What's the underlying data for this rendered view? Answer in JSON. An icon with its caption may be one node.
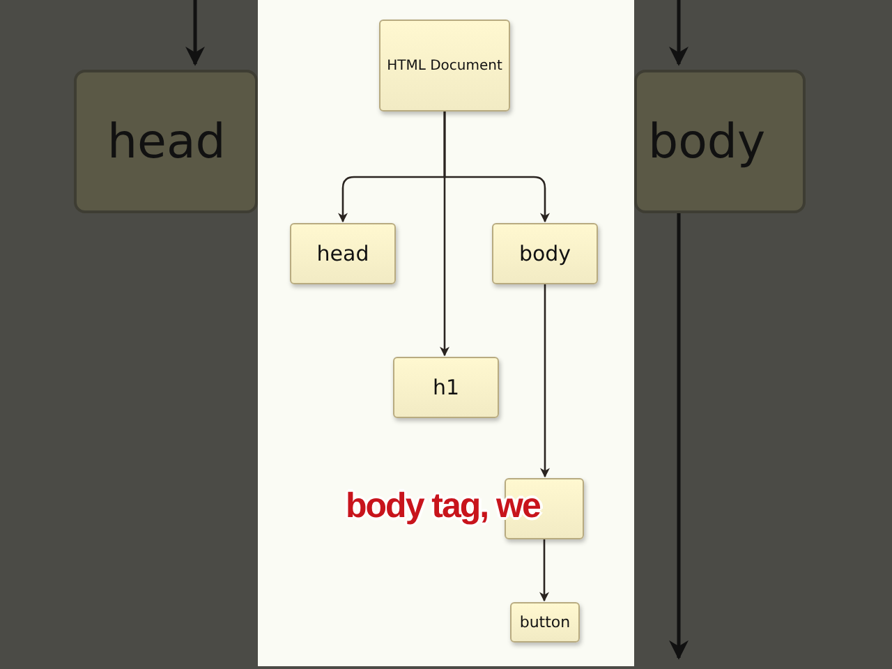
{
  "diagram": {
    "nodes": [
      {
        "text": [
          "HTML Document"
        ]
      },
      {
        "text": [
          "head"
        ]
      },
      {
        "text": [
          "body"
        ]
      },
      {
        "text": [
          "h1"
        ]
      },
      {
        "text": [],
        "shape": "box"
      },
      {
        "text": [
          "button"
        ]
      },
      {
        "text": [
          "head"
        ]
      },
      {
        "text": [
          "body"
        ]
      }
    ],
    "edges": [
      {
        "from": 0,
        "to": 1,
        "arrow": "to"
      },
      {
        "from": 0,
        "to": 2,
        "arrow": "to"
      },
      {
        "from": 0,
        "to": 3,
        "arrow": "to"
      },
      {
        "from": 2,
        "to": 4,
        "arrow": "to"
      },
      {
        "from": 4,
        "to": 5,
        "arrow": "to"
      },
      {
        "from": null,
        "to": 6,
        "arrow": "to"
      },
      {
        "from": null,
        "to": 7,
        "arrow": "to"
      },
      {
        "from": 7,
        "to": null,
        "arrow": "to"
      }
    ],
    "labels": [
      "body tag, we"
    ]
  }
}
